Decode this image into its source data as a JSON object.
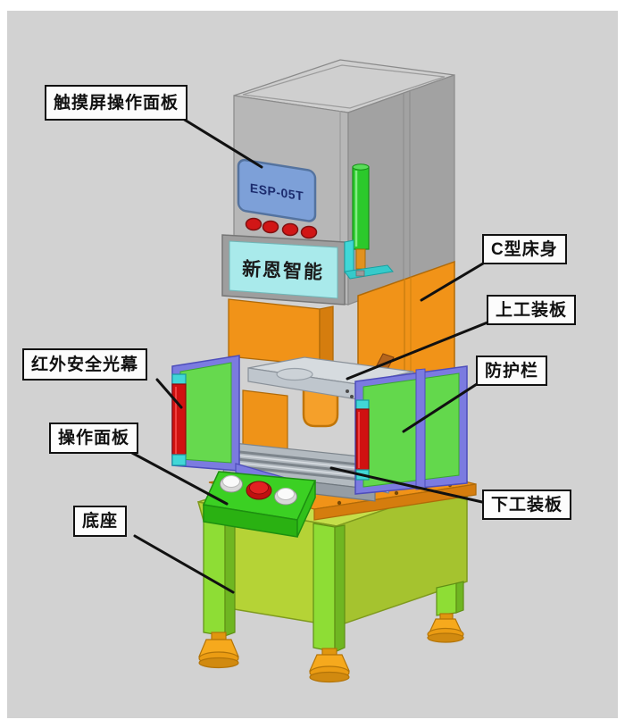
{
  "figure": {
    "type": "labeled-machine-diagram",
    "subject": "C-frame press machine 3D render with callout labels",
    "background_color": "#d2d2d2",
    "screen_model": "ESP-05T",
    "brand_text": "新恩智能",
    "labels": [
      {
        "id": "touchscreen-panel",
        "text": "触摸屏操作面板"
      },
      {
        "id": "c-frame-body",
        "text": "C型床身"
      },
      {
        "id": "upper-tooling-plate",
        "text": "上工装板"
      },
      {
        "id": "infrared-safety-curtain",
        "text": "红外安全光幕"
      },
      {
        "id": "guard-fence",
        "text": "防护栏"
      },
      {
        "id": "operation-panel",
        "text": "操作面板"
      },
      {
        "id": "lower-tooling-plate",
        "text": "下工装板"
      },
      {
        "id": "machine-base",
        "text": "底座"
      }
    ],
    "colors": {
      "frame_body_orange": "#f19318",
      "head_gray": "#b7b7b7",
      "screen_blue": "#7da0d8",
      "brand_panel_cyan": "#a9eaeb",
      "fence_purple": "#7b7be0",
      "fence_green": "#63d84c",
      "light_curtain_red": "#d01111",
      "console_green": "#3bd023",
      "base_green": "#b5d336",
      "feet_orange": "#f5a81c"
    }
  }
}
